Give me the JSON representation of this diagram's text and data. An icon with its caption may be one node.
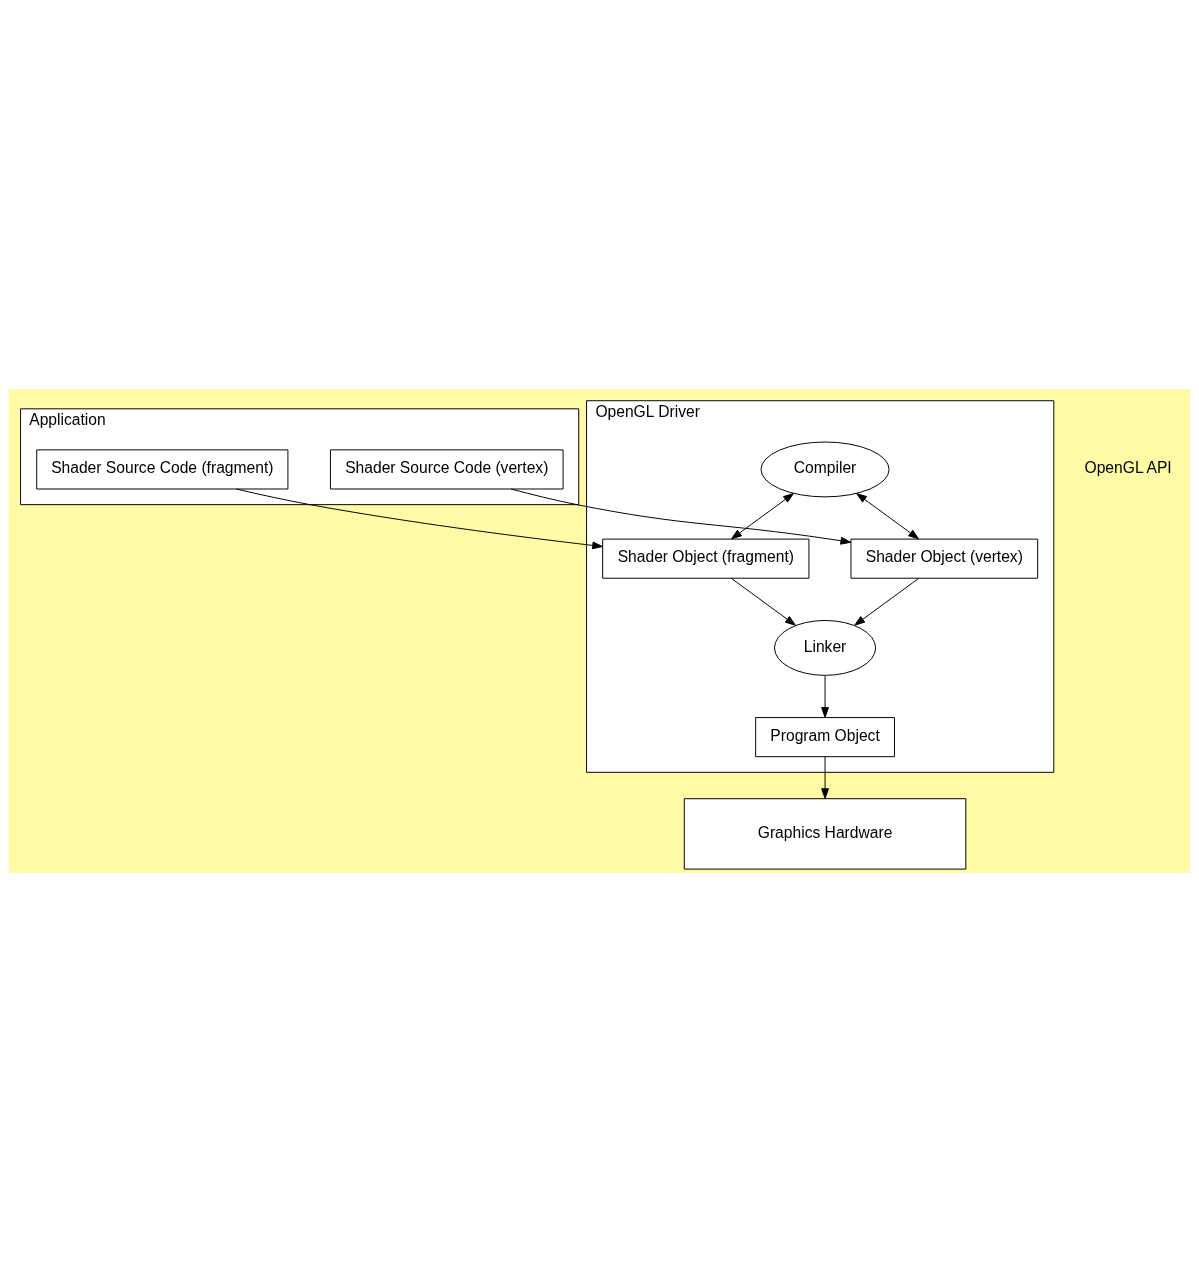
{
  "diagram": {
    "nodes": [
      {
        "text": [
          "Application"
        ]
      },
      {
        "text": [
          "Shader Source Code (vertex)"
        ],
        "in": 0
      },
      {
        "text": [
          "Shader Source Code (fragment)"
        ],
        "in": 0
      },
      {
        "text": [
          "OpenGL Driver"
        ]
      },
      {
        "text": [
          "Compiler"
        ],
        "in": 3
      },
      {
        "text": [
          "Shader Object (vertex)"
        ],
        "in": 3
      },
      {
        "text": [
          "Shader Object (fragment)"
        ],
        "in": 3
      },
      {
        "text": [
          "Linker"
        ],
        "in": 3
      },
      {
        "text": [
          "Program Object"
        ],
        "in": 3
      },
      {
        "text": [
          "Graphics Hardware"
        ]
      }
    ],
    "edges": [
      {
        "from": 1,
        "to": 5,
        "arrow": "to"
      },
      {
        "from": 2,
        "to": 6,
        "arrow": "to"
      },
      {
        "from": 4,
        "to": 5,
        "arrow": "both"
      },
      {
        "from": 4,
        "to": 6,
        "arrow": "both"
      },
      {
        "from": 5,
        "to": 7,
        "arrow": "to"
      },
      {
        "from": 6,
        "to": 7,
        "arrow": "to"
      },
      {
        "from": 7,
        "to": 8,
        "arrow": "to"
      },
      {
        "from": 8,
        "to": 9,
        "arrow": "to"
      }
    ],
    "labels": [
      "OpenGL API"
    ]
  }
}
